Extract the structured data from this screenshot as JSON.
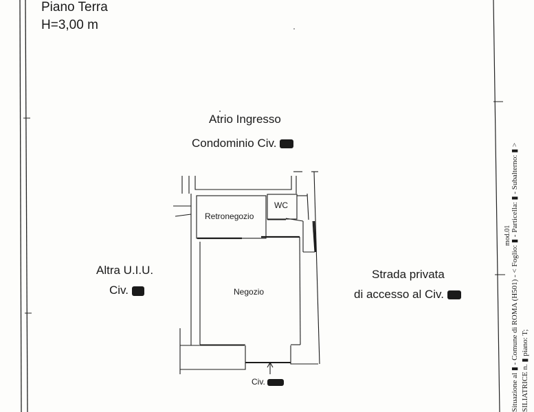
{
  "header": {
    "title": "Piano Terra",
    "height": "H=3,00 m"
  },
  "surroundings": {
    "atrio_line1": "Atrio Ingresso",
    "atrio_line2": "Condominio Civ.",
    "altra_line1": "Altra U.I.U.",
    "altra_line2": "Civ.",
    "strada_line1": "Strada privata",
    "strada_line2": "di accesso al Civ."
  },
  "rooms": {
    "retronegozio": "Retronegozio",
    "wc": "WC",
    "negozio": "Negozio"
  },
  "entrance": {
    "civ": "Civ."
  },
  "side_text": {
    "line1": "Situazione al ▮ - Comune di ROMA (H501) - < Foglio: ▮ - Particella: ▮ - Subalterno: ▮ >",
    "line2": "SILIATRICE n. ▮ piano: T;",
    "line3": "mod.01"
  },
  "colors": {
    "ink": "#1a1a1a",
    "paper": "#fdfdfb"
  }
}
